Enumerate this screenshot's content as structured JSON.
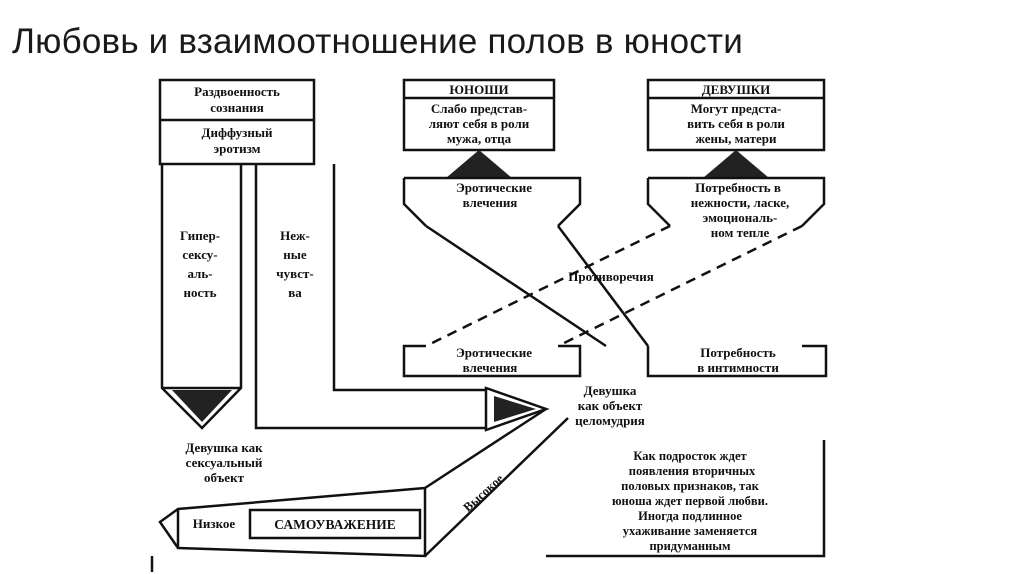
{
  "title": "Любовь и взаимоотношение полов в юности",
  "diagram": {
    "top_left_box": {
      "line1": [
        "Раздвоенность",
        "сознания"
      ],
      "line2": [
        "Диффузный",
        "эротизм"
      ]
    },
    "column_left": [
      "Гипер-",
      "сексу-",
      "аль-",
      "ность"
    ],
    "column_right": [
      "Неж-",
      "ные",
      "чувст-",
      "ва"
    ],
    "bottom_left_label": [
      "Девушка как",
      "сексуальный",
      "объект"
    ],
    "girl_chastity_label": [
      "Девушка",
      "как объект",
      "целомудрия"
    ],
    "self_esteem": {
      "low": "Низкое",
      "center": "САМОУВАЖЕНИЕ",
      "high": "Высокое"
    },
    "boys": {
      "header": "ЮНОШИ",
      "body": [
        "Слабо представ-",
        "ляют себя в роли",
        "мужа, отца"
      ]
    },
    "girls": {
      "header": "ДЕВУШКИ",
      "body": [
        "Могут предста-",
        "вить себя в роли",
        "жены, матери"
      ]
    },
    "erotic_top": [
      "Эротические",
      "влечения"
    ],
    "need_tenderness": [
      "Потребность в",
      "нежности, ласке,",
      "эмоциональ-",
      "ном тепле"
    ],
    "contradictions": "Противоречия",
    "erotic_bottom": [
      "Эротические",
      "влечения"
    ],
    "need_intimacy": [
      "Потребность",
      "в интимности"
    ],
    "note": [
      "Как подросток ждет",
      "появления вторичных",
      "половых признаков, так",
      "юноша ждет первой любви.",
      "Иногда подлинное",
      "ухаживание заменяется",
      "придуманным"
    ]
  }
}
